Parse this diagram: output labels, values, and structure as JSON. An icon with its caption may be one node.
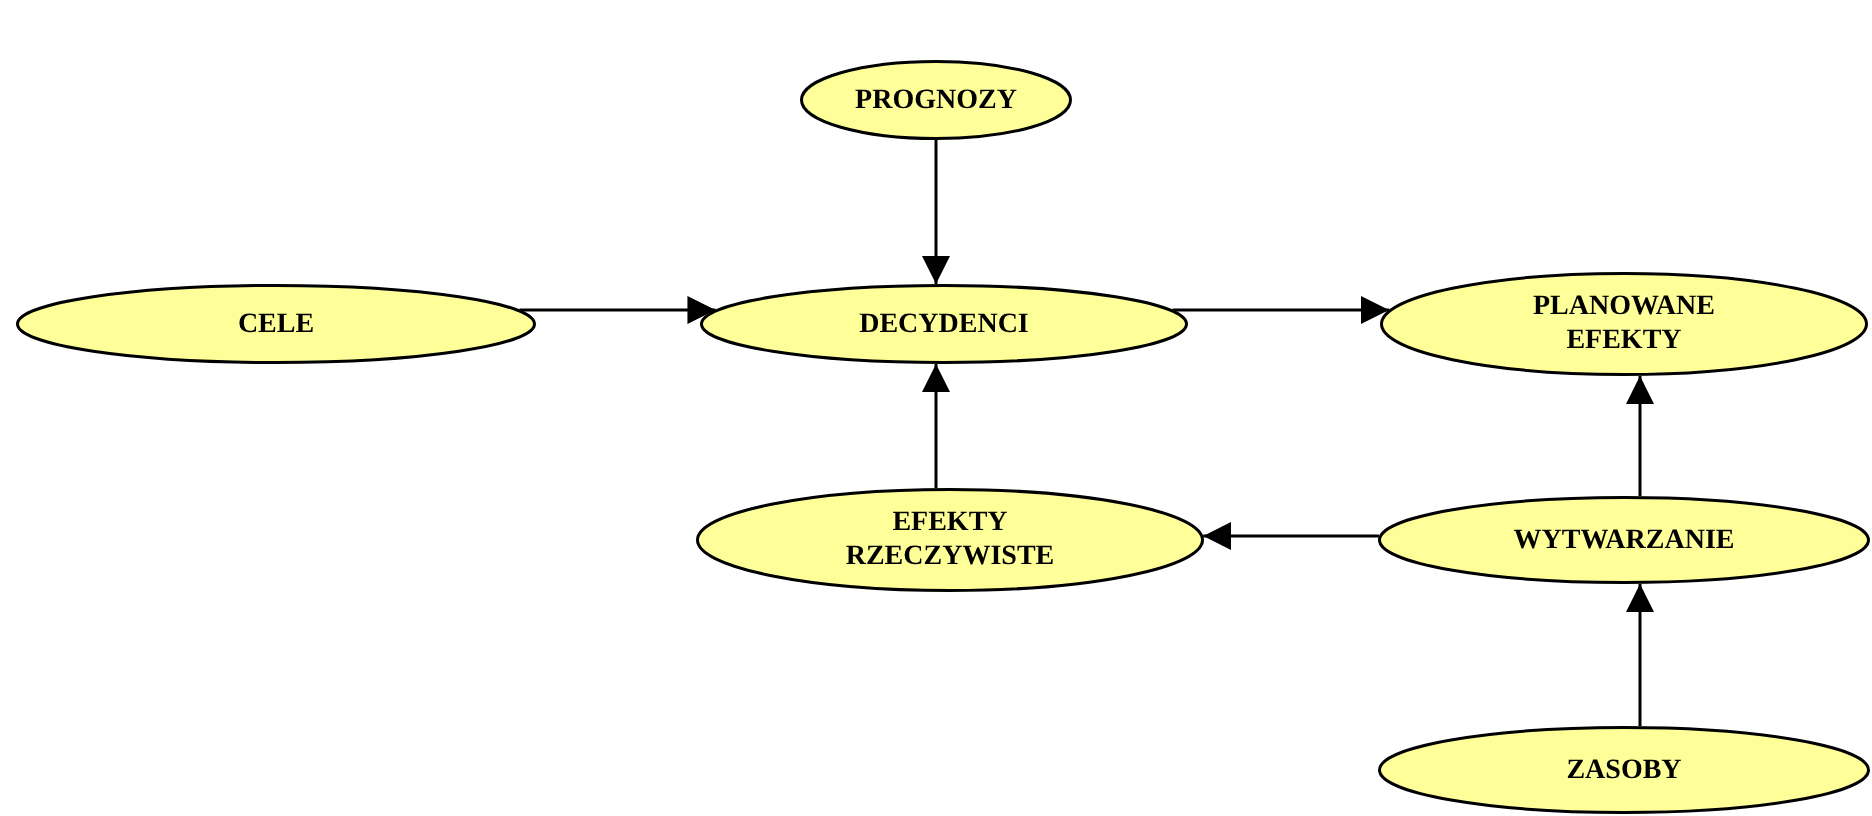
{
  "diagram": {
    "nodes": [
      {
        "text": [
          "PROGNOZY"
        ]
      },
      {
        "text": [
          "CELE"
        ]
      },
      {
        "text": [
          "DECYDENCI"
        ]
      },
      {
        "text": [
          "PLANOWANE EFEKTY"
        ]
      },
      {
        "text": [
          "EFEKTY RZECZYWISTE"
        ]
      },
      {
        "text": [
          "WYTWARZANIE"
        ]
      },
      {
        "text": [
          "ZASOBY"
        ]
      }
    ],
    "edges": [
      {
        "from": 0,
        "to": 2,
        "arrow": "to"
      },
      {
        "from": 1,
        "to": 2,
        "arrow": "to"
      },
      {
        "from": 2,
        "to": 3,
        "arrow": "to"
      },
      {
        "from": 4,
        "to": 2,
        "arrow": "to"
      },
      {
        "from": 5,
        "to": 4,
        "arrow": "to"
      },
      {
        "from": 5,
        "to": 3,
        "arrow": "to"
      },
      {
        "from": 6,
        "to": 5,
        "arrow": "to"
      }
    ]
  }
}
